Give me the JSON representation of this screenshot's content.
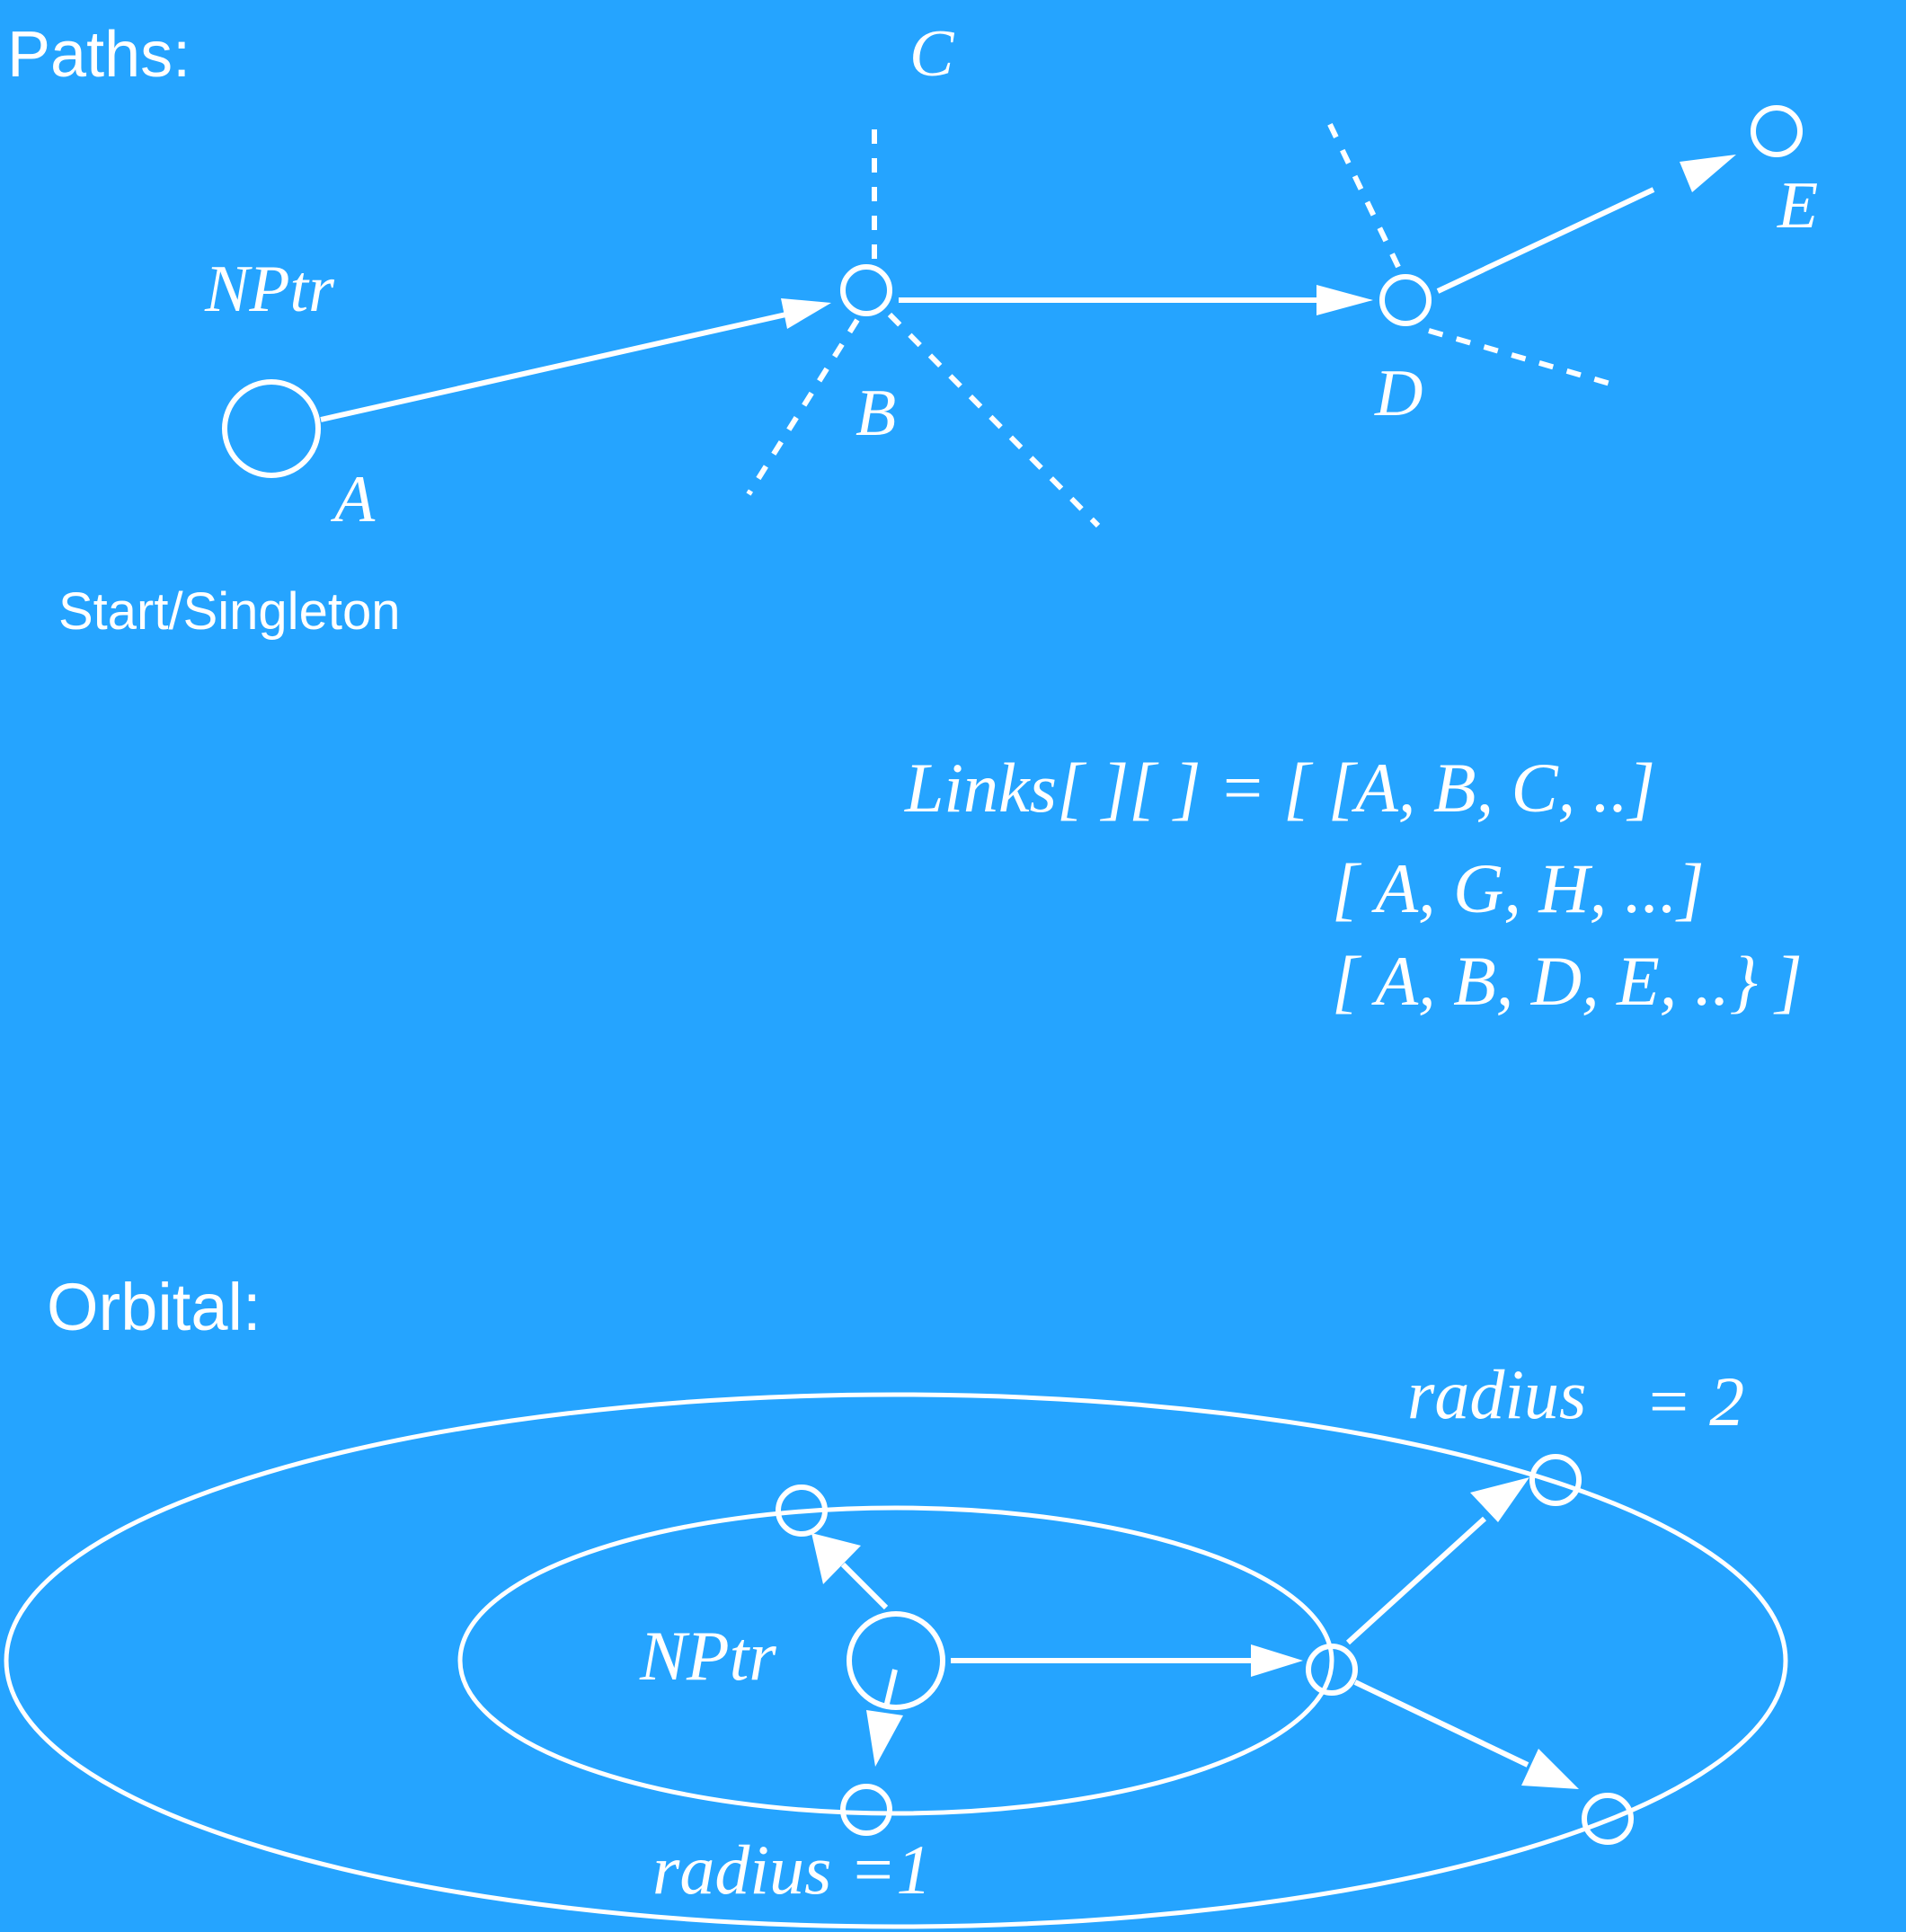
{
  "colors": {
    "background": "#25a4ff",
    "foreground": "#ffffff"
  },
  "paths": {
    "heading": "Paths:",
    "pointer_label": "NPtr",
    "start_caption": "Start/Singleton",
    "nodes": {
      "a": "A",
      "b": "B",
      "c": "C",
      "d": "D",
      "e": "E"
    },
    "links_lines": [
      "Links[ ][ ] = [ [A, B, C, ..]",
      "[ A, G, H, ...]",
      "[ A, B, D, E, ..} ]"
    ]
  },
  "orbital": {
    "heading": "Orbital:",
    "pointer_label": "NPtr",
    "radius_inner": "radius =1",
    "radius_outer": "radius",
    "radius_outer_value": "= 2"
  }
}
